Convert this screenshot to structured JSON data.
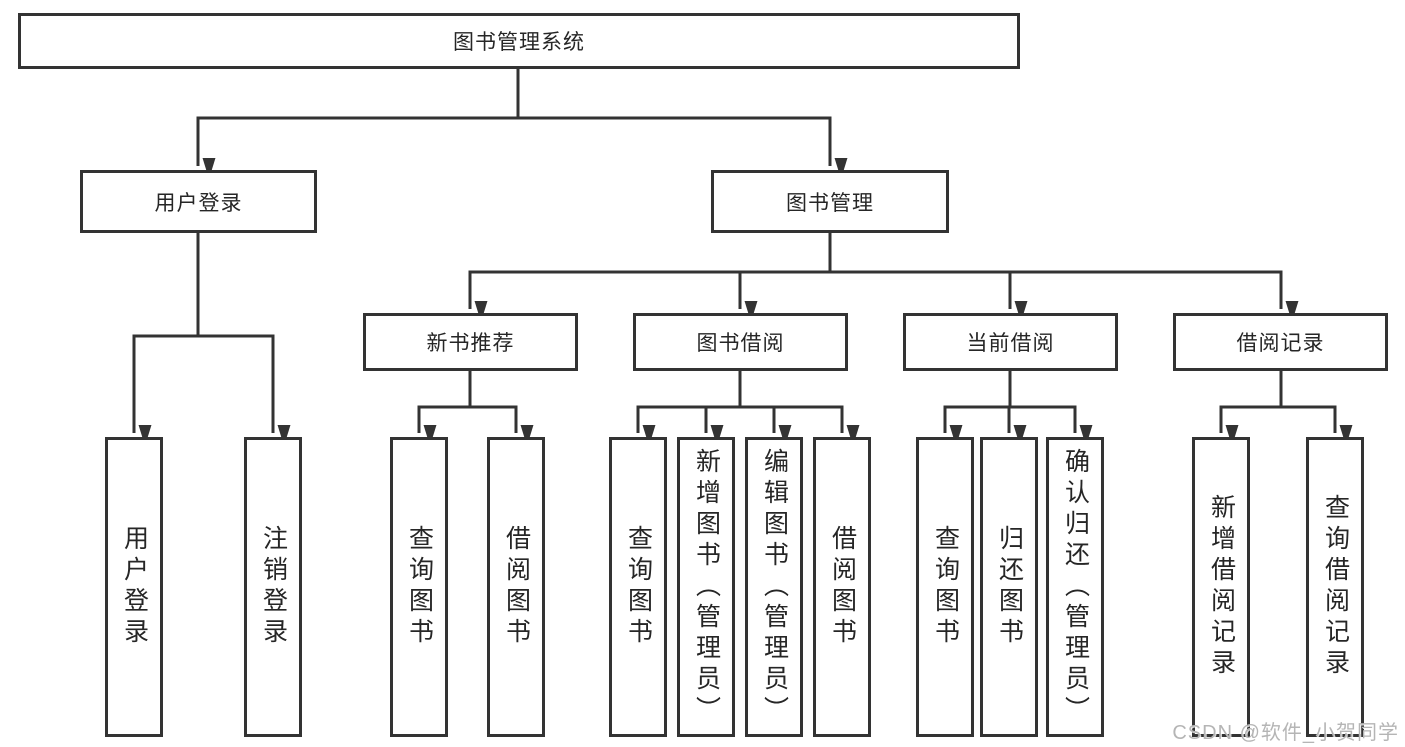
{
  "tree": {
    "root": "图书管理系统",
    "branches": [
      {
        "label": "用户登录",
        "leaves": [
          "用户登录",
          "注销登录"
        ]
      },
      {
        "label": "图书管理",
        "children": [
          {
            "label": "新书推荐",
            "leaves": [
              "查询图书",
              "借阅图书"
            ]
          },
          {
            "label": "图书借阅",
            "leaves": [
              "查询图书",
              "新增图书（管理员）",
              "编辑图书（管理员）",
              "借阅图书"
            ]
          },
          {
            "label": "当前借阅",
            "leaves": [
              "查询图书",
              "归还图书",
              "确认归还（管理员）"
            ]
          },
          {
            "label": "借阅记录",
            "leaves": [
              "新增借阅记录",
              "查询借阅记录"
            ]
          }
        ]
      }
    ]
  },
  "watermark": {
    "text": "CSDN @软件_小贺同学"
  },
  "colors": {
    "line": "#333333",
    "text": "#262626",
    "background": "#ffffff",
    "watermark": "#b5b5b5"
  }
}
